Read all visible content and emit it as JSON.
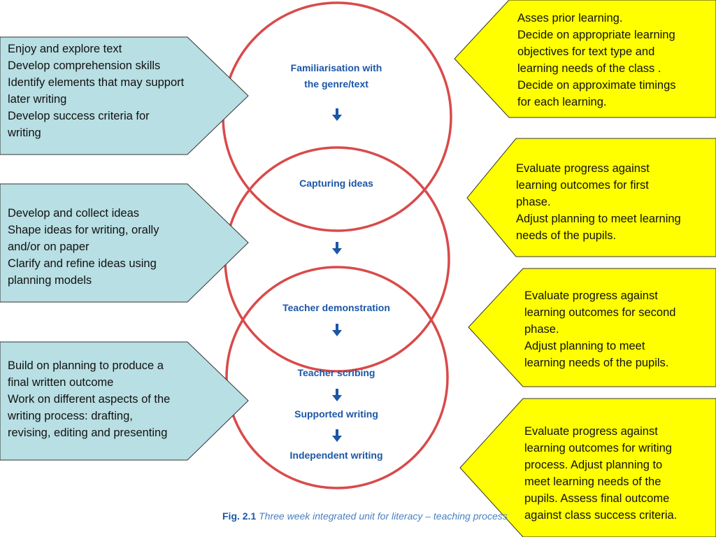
{
  "colors": {
    "left_box_fill": "#b8dfe3",
    "right_box_fill": "#ffff00",
    "circle_stroke": "#d94a4a",
    "stage_text": "#1b57a6",
    "caption_desc": "#4a7fc1"
  },
  "stages": {
    "familiarisation_line1": "Familiarisation with",
    "familiarisation_line2": "the genre/text",
    "capturing": "Capturing ideas",
    "teacher_demonstration": "Teacher demonstration",
    "teacher_scribing": "Teacher scribing",
    "supported_writing": "Supported writing",
    "independent_writing": "Independent writing"
  },
  "left_boxes": [
    {
      "lines": [
        "Enjoy and explore text",
        "Develop  comprehension  skills",
        "Identify elements that may support",
        "later writing",
        "Develop success criteria for",
        "writing"
      ]
    },
    {
      "lines": [
        "Develop and collect ideas",
        "Shape ideas for writing, orally",
        "and/or on paper",
        "Clarify and refine ideas using",
        "planning models"
      ]
    },
    {
      "lines": [
        "Build on planning to produce a",
        "final written outcome",
        "Work on different aspects of  the",
        "writing process: drafting,",
        "revising, editing and presenting"
      ]
    }
  ],
  "right_boxes": [
    {
      "lines": [
        "Asses prior learning.",
        "Decide on appropriate learning",
        "objectives for text type and",
        "learning needs of the class .",
        "Decide on approximate timings",
        "for each learning."
      ]
    },
    {
      "lines": [
        "Evaluate progress against",
        "learning outcomes for first",
        "phase.",
        "Adjust planning to meet learning",
        "needs of the pupils."
      ]
    },
    {
      "lines": [
        "Evaluate progress against",
        "learning outcomes for second",
        "phase.",
        "Adjust planning to meet",
        "learning needs of the pupils."
      ]
    },
    {
      "lines": [
        "Evaluate progress against",
        "learning outcomes for writing",
        "process.  Adjust planning to",
        "meet learning needs of the",
        "pupils.  Assess final outcome",
        "against class success criteria."
      ]
    }
  ],
  "caption": {
    "fig": "Fig. 2.1",
    "text": "Three week integrated unit for literacy – teaching process"
  }
}
